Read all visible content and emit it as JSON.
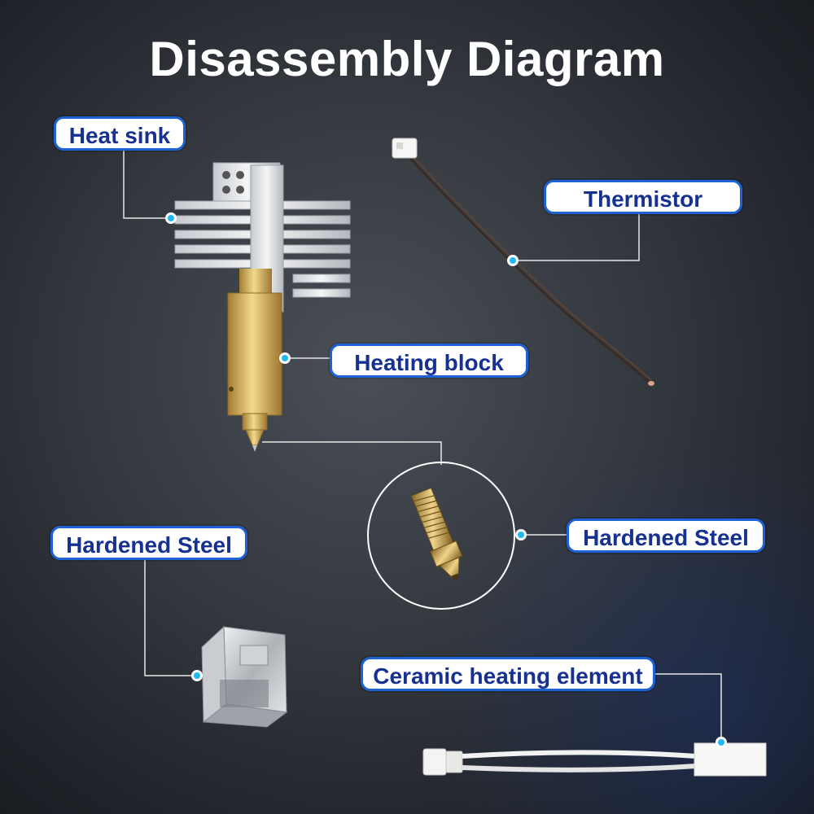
{
  "title": "Disassembly Diagram",
  "labels": {
    "heat_sink": "Heat sink",
    "thermistor": "Thermistor",
    "heating_block": "Heating block",
    "hardened_steel_nozzle": "Hardened Steel",
    "hardened_steel_clip": "Hardened Steel",
    "ceramic_heating_element": "Ceramic heating element"
  },
  "colors": {
    "label_border": "#1e63d6",
    "label_text": "#16318f",
    "connector_dot": "#20b8f0",
    "brass": "#c9a655",
    "aluminum": "#dcdfe3"
  }
}
